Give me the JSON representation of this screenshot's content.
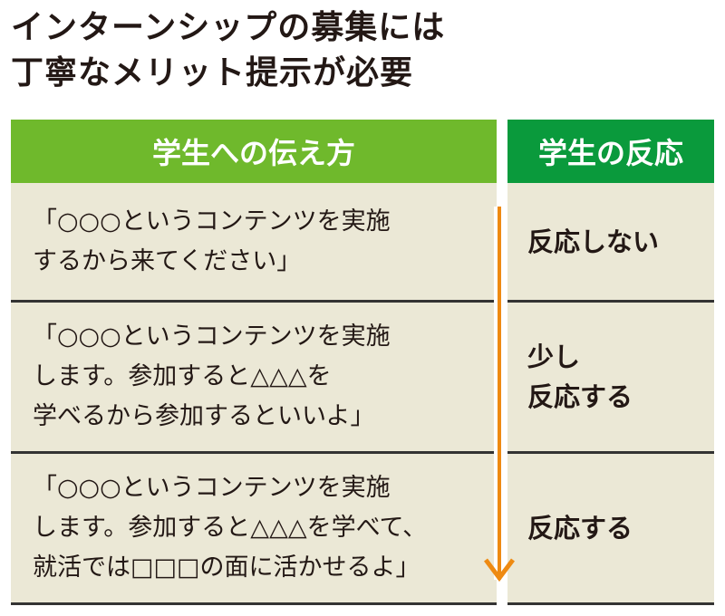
{
  "title_lines": [
    "インターンシップの募集には",
    "丁寧なメリット提示が必要"
  ],
  "headers": {
    "left": "学生への伝え方",
    "right": "学生の反応"
  },
  "rows": [
    {
      "message": "「○○○というコンテンツを実施\nするから来てください」",
      "reaction": "反応しない"
    },
    {
      "message": "「○○○というコンテンツを実施\nします。参加すると△△△を\n学べるから参加するといいよ」",
      "reaction": "少し\n反応する"
    },
    {
      "message": "「○○○というコンテンツを実施\nします。参加すると△△△を学べて、\n就活では□□□の面に活かせるよ」",
      "reaction": "反応する"
    }
  ],
  "colors": {
    "header_left": "#6fb92c",
    "header_right": "#0a9a3c",
    "cell_bg": "#ebe8d6",
    "arrow": "#ee8a12"
  }
}
